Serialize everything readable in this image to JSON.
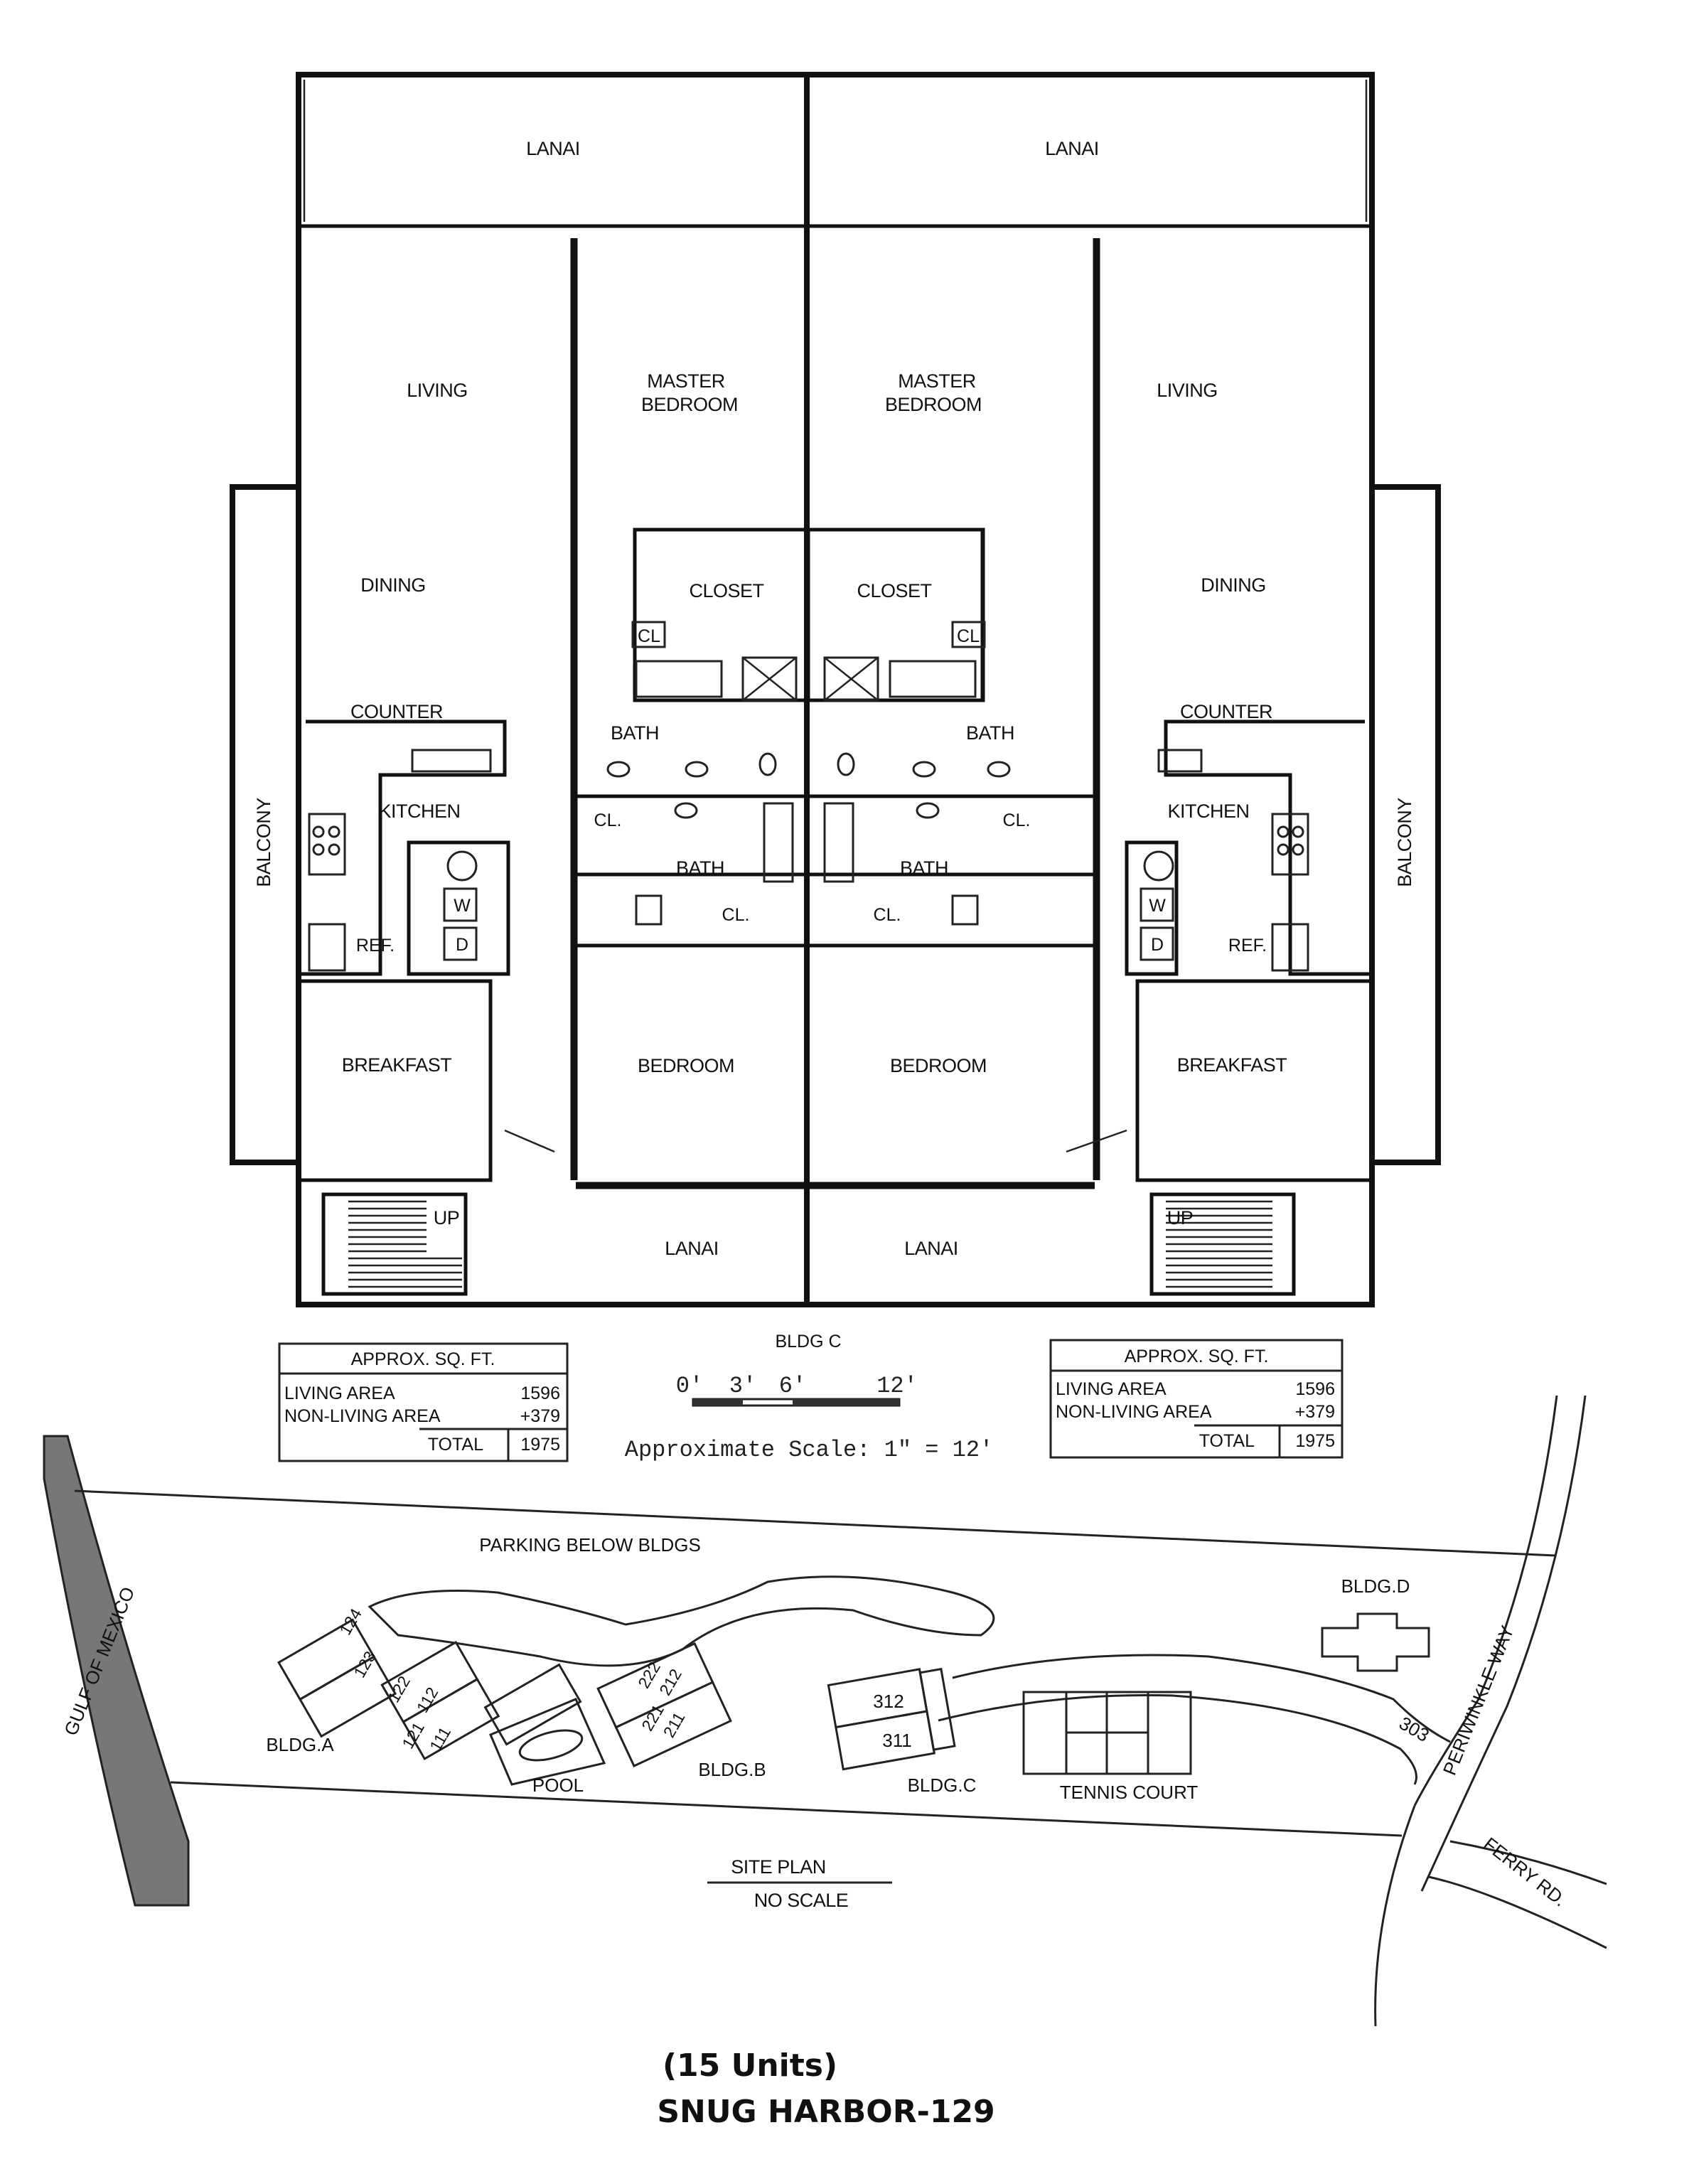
{
  "floor_plan": {
    "rooms_left": {
      "lanai_top": "LANAI",
      "living": "LIVING",
      "dining": "DINING",
      "counter": "COUNTER",
      "kitchen": "KITCHEN",
      "balcony": "BALCONY",
      "ref": "REF.",
      "washer": "W",
      "dryer": "D",
      "breakfast": "BREAKFAST",
      "up": "UP",
      "master_bedroom_1": "MASTER",
      "master_bedroom_2": "BEDROOM",
      "closet": "CLOSET",
      "cl_small": "CL",
      "bath_top": "BATH",
      "cl_dot": "CL.",
      "bath_lower": "BATH",
      "cl_lower": "CL.",
      "bedroom": "BEDROOM",
      "lanai_bottom": "LANAI"
    },
    "rooms_right": {
      "lanai_top": "LANAI",
      "living": "LIVING",
      "dining": "DINING",
      "counter": "COUNTER",
      "kitchen": "KITCHEN",
      "balcony": "BALCONY",
      "ref": "REF.",
      "washer": "W",
      "dryer": "D",
      "breakfast": "BREAKFAST",
      "up": "UP",
      "master_bedroom_1": "MASTER",
      "master_bedroom_2": "BEDROOM",
      "closet": "CLOSET",
      "cl_small": "CL",
      "bath_top": "BATH",
      "cl_dot": "CL.",
      "bath_lower": "BATH",
      "cl_lower": "CL.",
      "bedroom": "BEDROOM",
      "lanai_bottom": "LANAI"
    }
  },
  "sq_ft_left": {
    "header": "APPROX. SQ. FT.",
    "living_label": "LIVING AREA",
    "living_value": "1596",
    "nonliving_label": "NON-LIVING AREA",
    "nonliving_value": "+379",
    "total_label": "TOTAL",
    "total_value": "1975"
  },
  "sq_ft_right": {
    "header": "APPROX. SQ. FT.",
    "living_label": "LIVING AREA",
    "living_value": "1596",
    "nonliving_label": "NON-LIVING AREA",
    "nonliving_value": "+379",
    "total_label": "TOTAL",
    "total_value": "1975"
  },
  "scale": {
    "bldg": "BLDG C",
    "t0": "0'",
    "t3": "3'",
    "t6": "6'",
    "t12": "12'",
    "caption": "Approximate Scale: 1\" = 12'"
  },
  "site_plan": {
    "parking": "PARKING BELOW BLDGS",
    "gulf": "GULF OF MEXICO",
    "bldg_a": "BLDG.A",
    "bldg_b": "BLDG.B",
    "bldg_c": "BLDG.C",
    "bldg_d": "BLDG.D",
    "pool": "POOL",
    "tennis": "TENNIS COURT",
    "periwinkle": "PERIWINKLE WAY",
    "ferry": "FERRY RD.",
    "addr": "303",
    "unit_312": "312",
    "unit_311": "311",
    "a_124": "124",
    "a_123": "123",
    "a_122": "122",
    "a_112": "112",
    "a_121": "121",
    "a_111": "111",
    "b_222": "222",
    "b_212": "212",
    "b_221": "221",
    "b_211": "211",
    "title": "SITE PLAN",
    "subtitle": "NO SCALE"
  },
  "footer": {
    "units": "(15 Units)",
    "name": "SNUG HARBOR-129"
  }
}
